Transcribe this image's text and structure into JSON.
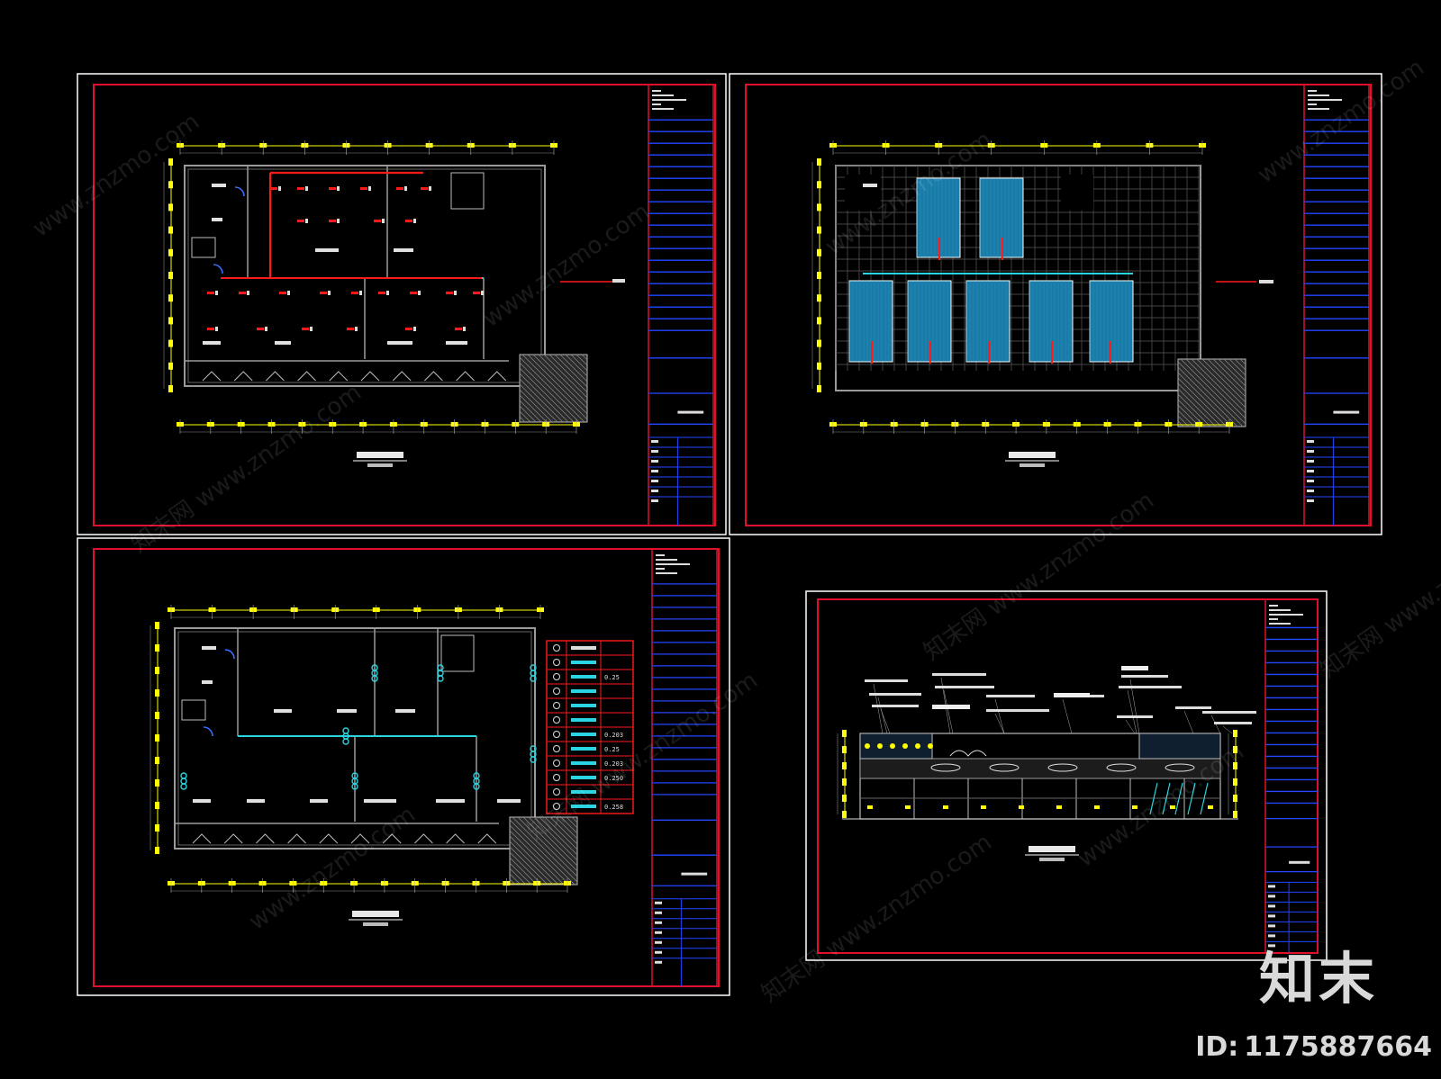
{
  "brand": {
    "logo_text": "知末",
    "id_label": "ID:",
    "id_value": "1175887664",
    "watermark_text": "www.znzmo.com",
    "watermark_cn": "知末网"
  },
  "colors": {
    "background": "#000000",
    "sheet_border": "#ffffff",
    "frame_border": "#e0102a",
    "title_block": "#2446ff",
    "dimension_yellow": "#ffff00",
    "wall_grey": "#9a9a9a",
    "accent_cyan": "#2ad4e0",
    "pipe_red": "#ff1a1a",
    "tile_blue": "#1a7aa8"
  },
  "sheets": [
    {
      "id": "sheet-1",
      "type": "plan",
      "variant": "outlets"
    },
    {
      "id": "sheet-2",
      "type": "plan",
      "variant": "tiles"
    },
    {
      "id": "sheet-3",
      "type": "plan",
      "variant": "lighting",
      "legend_values": [
        "0.25",
        "0.203",
        "0.25",
        "0.203",
        "0.250",
        "0.258"
      ]
    },
    {
      "id": "sheet-4",
      "type": "elevation",
      "variant": "facade"
    }
  ]
}
